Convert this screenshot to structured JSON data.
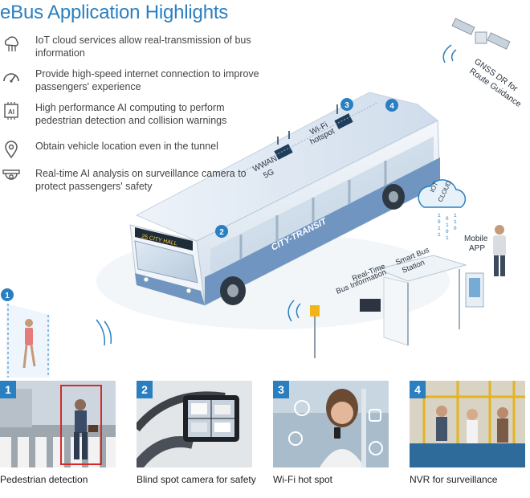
{
  "title": "eBus Application Highlights",
  "features": [
    {
      "icon": "cloud-network-icon",
      "text": "IoT cloud services allow real-transmission of bus information"
    },
    {
      "icon": "speedometer-icon",
      "text": "Provide high-speed internet connection to improve passengers' experience"
    },
    {
      "icon": "ai-chip-icon",
      "text": "High performance AI computing to perform pedestrian detection and collision warnings"
    },
    {
      "icon": "location-pin-icon",
      "text": "Obtain vehicle location even in the tunnel"
    },
    {
      "icon": "dome-camera-icon",
      "text": "Real-time AI analysis on surveillance camera to protect passengers' safety"
    }
  ],
  "scene": {
    "gnss_line1": "GNSS DR for",
    "gnss_line2": "Route Guidance",
    "wifi_line1": "Wi-Fi",
    "wifi_line2": "hotspot",
    "wwan_line1": "WWAN",
    "wwan_line2": "5G",
    "iot_line1": "IOT",
    "iot_line2": "CLOUD",
    "mobile_line1": "Mobile",
    "mobile_line2": "APP",
    "station_line1": "Smart Bus",
    "station_line2": "Station",
    "realtime_line1": "Real-Time",
    "realtime_line2": "Bus Information",
    "bus_brand": "CITY-TRANSIT",
    "bus_sign": "25 CITY HALL",
    "markers": [
      "1",
      "2",
      "3",
      "4"
    ]
  },
  "panels": [
    {
      "num": "1",
      "caption": "Pedestrian detection"
    },
    {
      "num": "2",
      "caption": "Blind spot camera for safety"
    },
    {
      "num": "3",
      "caption": "Wi-Fi hot spot"
    },
    {
      "num": "4",
      "caption": "NVR for surveillance"
    }
  ],
  "colors": {
    "accent": "#2a7fc0",
    "bus_body": "#e8eef5",
    "bus_stripe": "#6f95c0"
  }
}
